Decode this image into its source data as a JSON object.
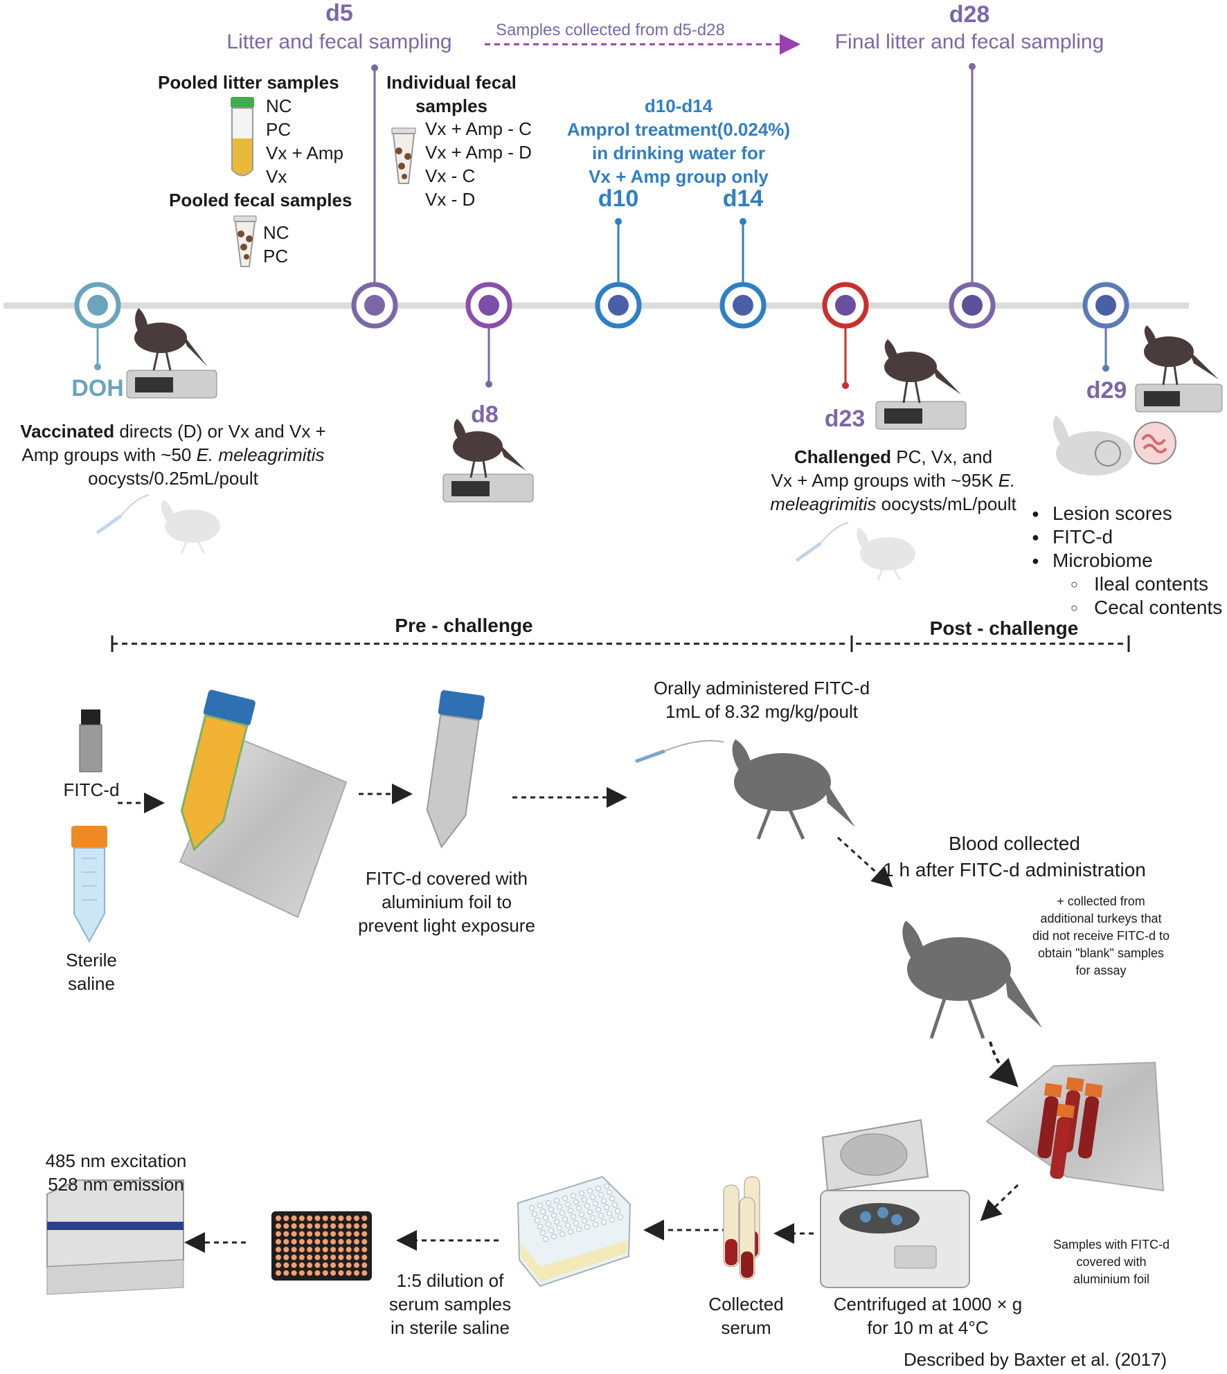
{
  "header": {
    "d5_day": "d5",
    "d5_title": "Litter and fecal sampling",
    "range_label": "Samples collected from d5-d28",
    "d28_day": "d28",
    "d28_title": "Final litter and fecal sampling"
  },
  "pooled_litter": {
    "title": "Pooled litter samples",
    "items": [
      "NC",
      "PC",
      "Vx + Amp",
      "Vx"
    ]
  },
  "pooled_fecal": {
    "title": "Pooled fecal samples",
    "items": [
      "NC",
      "PC"
    ]
  },
  "individual_fecal": {
    "title_line1": "Individual fecal",
    "title_line2": "samples",
    "items": [
      "Vx + Amp - C",
      "Vx + Amp - D",
      "Vx - C",
      "Vx - D"
    ]
  },
  "amprol": {
    "line1": "d10-d14",
    "line2": "Amprol treatment(0.024%)",
    "line3": "in drinking water for",
    "line4": "Vx + Amp group only",
    "day_start": "d10",
    "day_end": "d14"
  },
  "timeline": {
    "doh": "DOH",
    "d8": "d8",
    "d23": "d23",
    "d29": "d29"
  },
  "vaccination": {
    "bold": "Vaccinated",
    "text1": " directs (D) or Vx and Vx +",
    "text2": "Amp groups with ~50 ",
    "italic": "E. meleagrimitis",
    "text3": "oocysts/0.25mL/poult"
  },
  "challenge": {
    "bold": "Challenged",
    "text1": " PC, Vx, and",
    "text2": "Vx + Amp groups with ~95K ",
    "italic1": "E.",
    "italic2": "meleagrimitis",
    "text3": " oocysts/mL/poult"
  },
  "d29_list": {
    "items": [
      "Lesion scores",
      "FITC-d",
      "Microbiome"
    ],
    "sub_items": [
      "Ileal contents",
      "Cecal contents"
    ]
  },
  "phases": {
    "pre": "Pre - challenge",
    "post": "Post - challenge"
  },
  "fitc_prep": {
    "fitc_label": "FITC-d",
    "saline_line1": "Sterile",
    "saline_line2": "saline",
    "foil_line1": "FITC-d covered with",
    "foil_line2": "aluminium foil to",
    "foil_line3": "prevent light exposure"
  },
  "oral": {
    "line1": "Orally administered FITC-d",
    "line2": "1mL of 8.32 mg/kg/poult"
  },
  "blood": {
    "line1": "Blood collected",
    "line2": "1 h after FITC-d administration",
    "note1": "+  collected from",
    "note2": "additional turkeys that",
    "note3": "did not receive FITC-d to",
    "note4": "obtain \"blank\" samples",
    "note5": "for assay"
  },
  "samples_foil": {
    "line1": "Samples with FITC-d",
    "line2": "covered with",
    "line3": "aluminium foil"
  },
  "centrifuge": {
    "line1": "Centrifuged at 1000 × g",
    "line2": "for 10 m at 4°C"
  },
  "serum": {
    "line1": "Collected",
    "line2": "serum"
  },
  "dilution": {
    "line1": "1:5 dilution of",
    "line2": "serum samples",
    "line3": "in sterile saline"
  },
  "reader": {
    "line1": "485 nm excitation",
    "line2": "528 nm emission"
  },
  "citation": "Described by Baxter et al. (2017)",
  "colors": {
    "purple": "#7b67a8",
    "blue": "#2f7fc4",
    "teal": "#6aa4bd",
    "red": "#c9302c",
    "timeline": "#dcdcdc",
    "turkey_dark": "#4a3c3c",
    "turkey_gray": "#6e6e6e"
  }
}
